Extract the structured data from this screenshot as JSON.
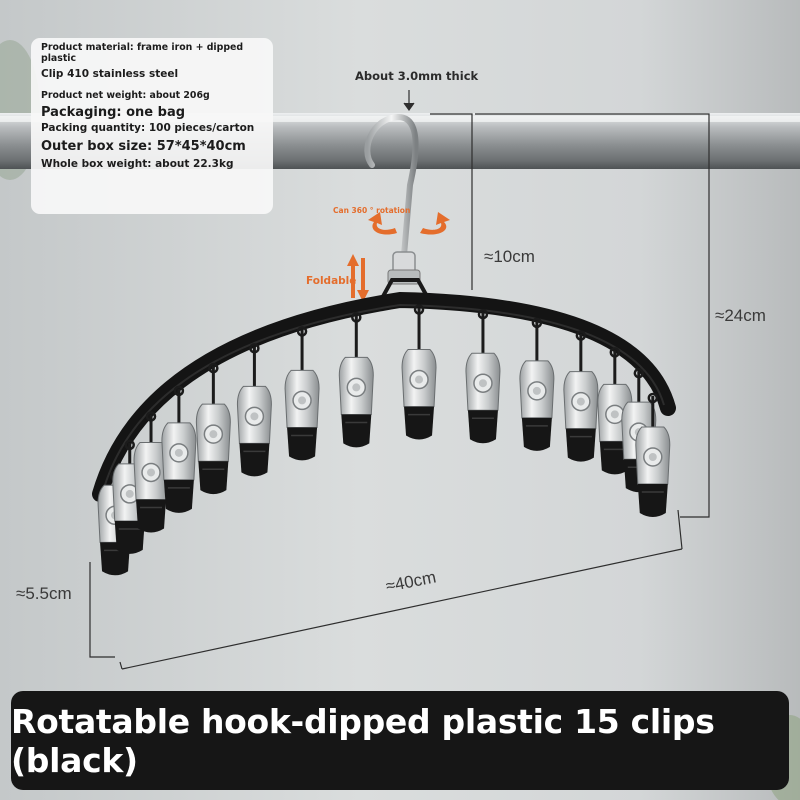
{
  "specs": {
    "material": "Product material: frame iron + dipped plastic",
    "clip": "Clip 410 stainless steel",
    "net_weight": "Product net weight: about 206g",
    "packaging": "Packaging: one bag",
    "packing_quantity": "Packing quantity: 100 pieces/carton",
    "outer_box": "Outer box size: 57*45*40cm",
    "box_weight": "Whole box weight: about 22.3kg"
  },
  "annotations": {
    "thickness": "About 3.0mm thick",
    "rotation": "Can 360 ° rotation",
    "foldable": "Foldable",
    "hook_height": "≈10cm",
    "total_height": "≈24cm",
    "width": "≈40cm",
    "clip_height": "≈5.5cm"
  },
  "caption": "Rotatable hook-dipped plastic 15 clips (black)",
  "clip_count": 15,
  "colors": {
    "accent": "#e46d2c",
    "frame": "#151515",
    "caption_bg": "#161616"
  }
}
